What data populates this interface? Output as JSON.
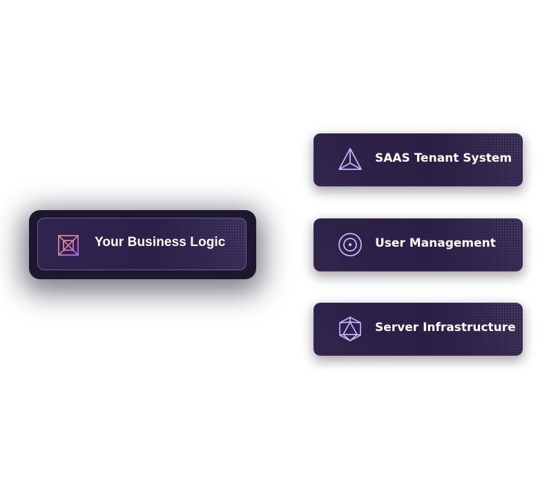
{
  "main": {
    "label": "Your Business Logic",
    "icon": "grid-burst-icon"
  },
  "services": [
    {
      "label": "SAAS Tenant System",
      "icon": "pyramid-icon"
    },
    {
      "label": "User Management",
      "icon": "target-circle-icon"
    },
    {
      "label": "Server Infrastructure",
      "icon": "polyhedron-icon"
    }
  ],
  "colors": {
    "card_dark": "#1e1730",
    "card_purple": "#2e2249",
    "icon_gradient_start": "#f08a6e",
    "icon_gradient_end": "#b46ee6",
    "service_icon": "#c9b6ff"
  }
}
